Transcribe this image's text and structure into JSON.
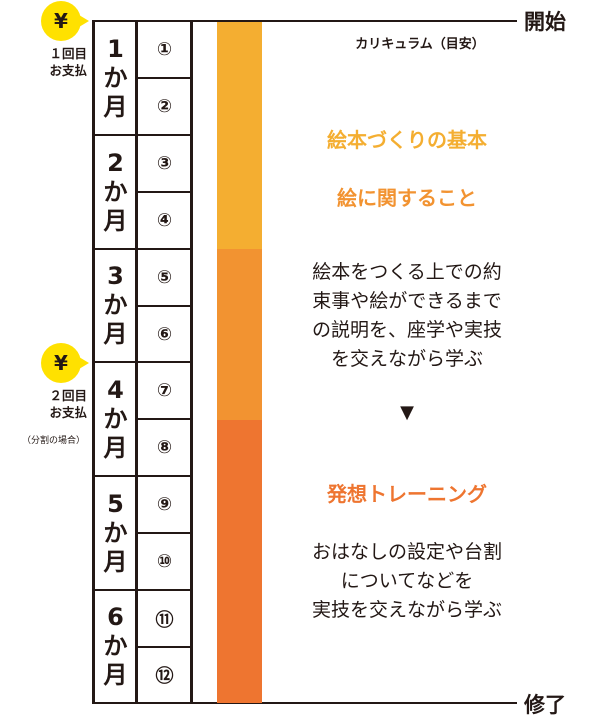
{
  "header": {
    "curriculum_label": "カリキュラム（目安）",
    "start_label": "開始",
    "end_label": "修了"
  },
  "payments": [
    {
      "icon": "yen-icon",
      "symbol": "¥",
      "line1": "１回目",
      "line2": "お支払",
      "note": ""
    },
    {
      "icon": "yen-icon",
      "symbol": "¥",
      "line1": "２回目",
      "line2": "お支払",
      "note": "（分割の場合）"
    }
  ],
  "months": [
    {
      "num": "1",
      "ka": "か",
      "tsuki": "月",
      "lessons": [
        "①",
        "②"
      ]
    },
    {
      "num": "2",
      "ka": "か",
      "tsuki": "月",
      "lessons": [
        "③",
        "④"
      ]
    },
    {
      "num": "3",
      "ka": "か",
      "tsuki": "月",
      "lessons": [
        "⑤",
        "⑥"
      ]
    },
    {
      "num": "4",
      "ka": "か",
      "tsuki": "月",
      "lessons": [
        "⑦",
        "⑧"
      ]
    },
    {
      "num": "5",
      "ka": "か",
      "tsuki": "月",
      "lessons": [
        "⑨",
        "⑩"
      ]
    },
    {
      "num": "6",
      "ka": "か",
      "tsuki": "月",
      "lessons": [
        "⑪",
        "⑫"
      ]
    }
  ],
  "bar_colors": {
    "phase1": "#f4ae31",
    "phase2": "#f29331",
    "phase3": "#ee7530"
  },
  "sections": {
    "phase1_title1": "絵本づくりの基本",
    "phase1_title2": "絵に関すること",
    "phase1_desc": [
      "絵本をつくる上での約",
      "束事や絵ができるまで",
      "の説明を、座学や実技",
      "を交えながら学ぶ"
    ],
    "arrow": "▼",
    "phase2_title": "発想トレーニング",
    "phase2_desc": [
      "おはなしの設定や台割",
      "についてなどを",
      "実技を交えながら学ぶ"
    ]
  }
}
